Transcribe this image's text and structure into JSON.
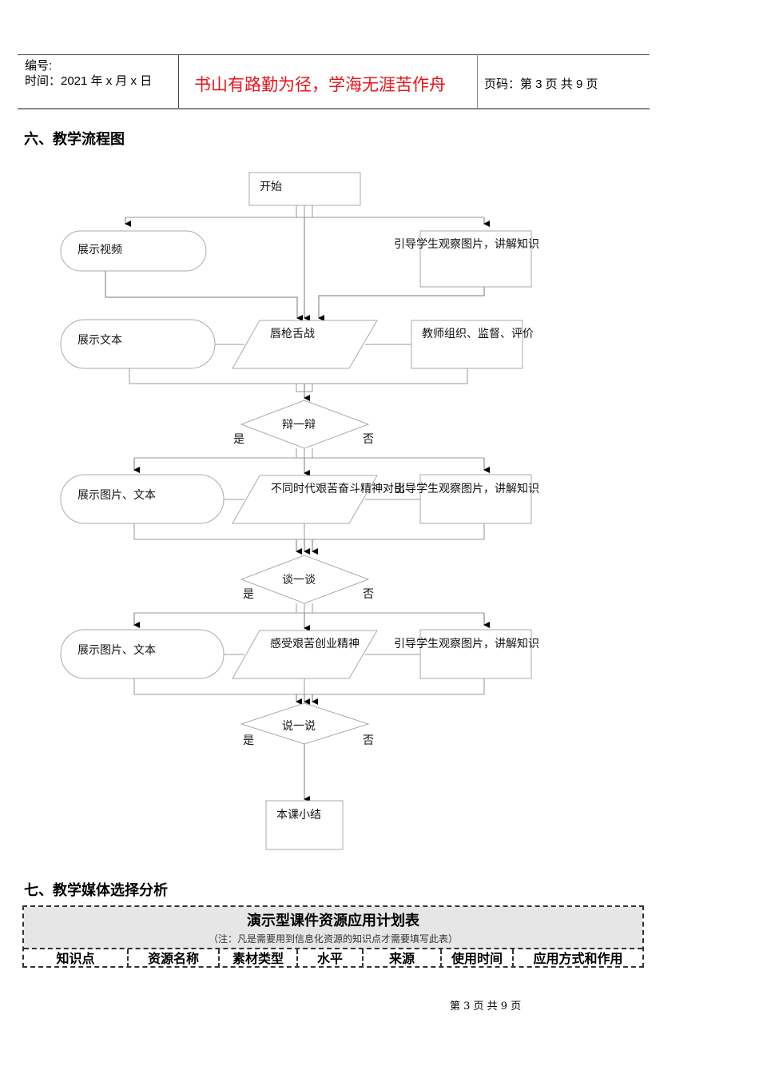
{
  "header": {
    "code_label": "编号:",
    "time_label": "时间：2021 年 x 月 x 日",
    "motto": "书山有路勤为径，学海无涯苦作舟",
    "page_info": "页码：第 3 页  共 9 页",
    "motto_color": "#e8141b"
  },
  "section6": {
    "title": "六、教学流程图"
  },
  "flow": {
    "start": "开始",
    "show_video": "展示视频",
    "guide1": "引导学生观察图片，讲解知识",
    "show_text": "展示文本",
    "debate": "唇枪舌战",
    "teacher": "教师组织、监督、评价",
    "d1": "辩一辩",
    "yes1": "是",
    "no1": "否",
    "show_pic1": "展示图片、文本",
    "spirit1": "不同时代艰苦奋斗精神对比",
    "guide2": "引导学生观察图片，讲解知识",
    "d2": "谈一谈",
    "yes2": "是",
    "no2": "否",
    "show_pic2": "展示图片、文本",
    "spirit2": "感受艰苦创业精神",
    "guide3": "引导学生观察图片，讲解知识",
    "d3": "说一说",
    "yes3": "是",
    "no3": "否",
    "summary": "本课小结"
  },
  "section7": {
    "title": "七、教学媒体选择分析"
  },
  "table": {
    "title": "演示型课件资源应用计划表",
    "note": "（注：凡是需要用到信息化资源的知识点才需要填写此表）",
    "columns": [
      "知识点",
      "资源名称",
      "素材类型",
      "水平",
      "来源",
      "使用时间",
      "应用方式和作用"
    ]
  },
  "footer": {
    "page": "第 3 页 共 9 页"
  }
}
